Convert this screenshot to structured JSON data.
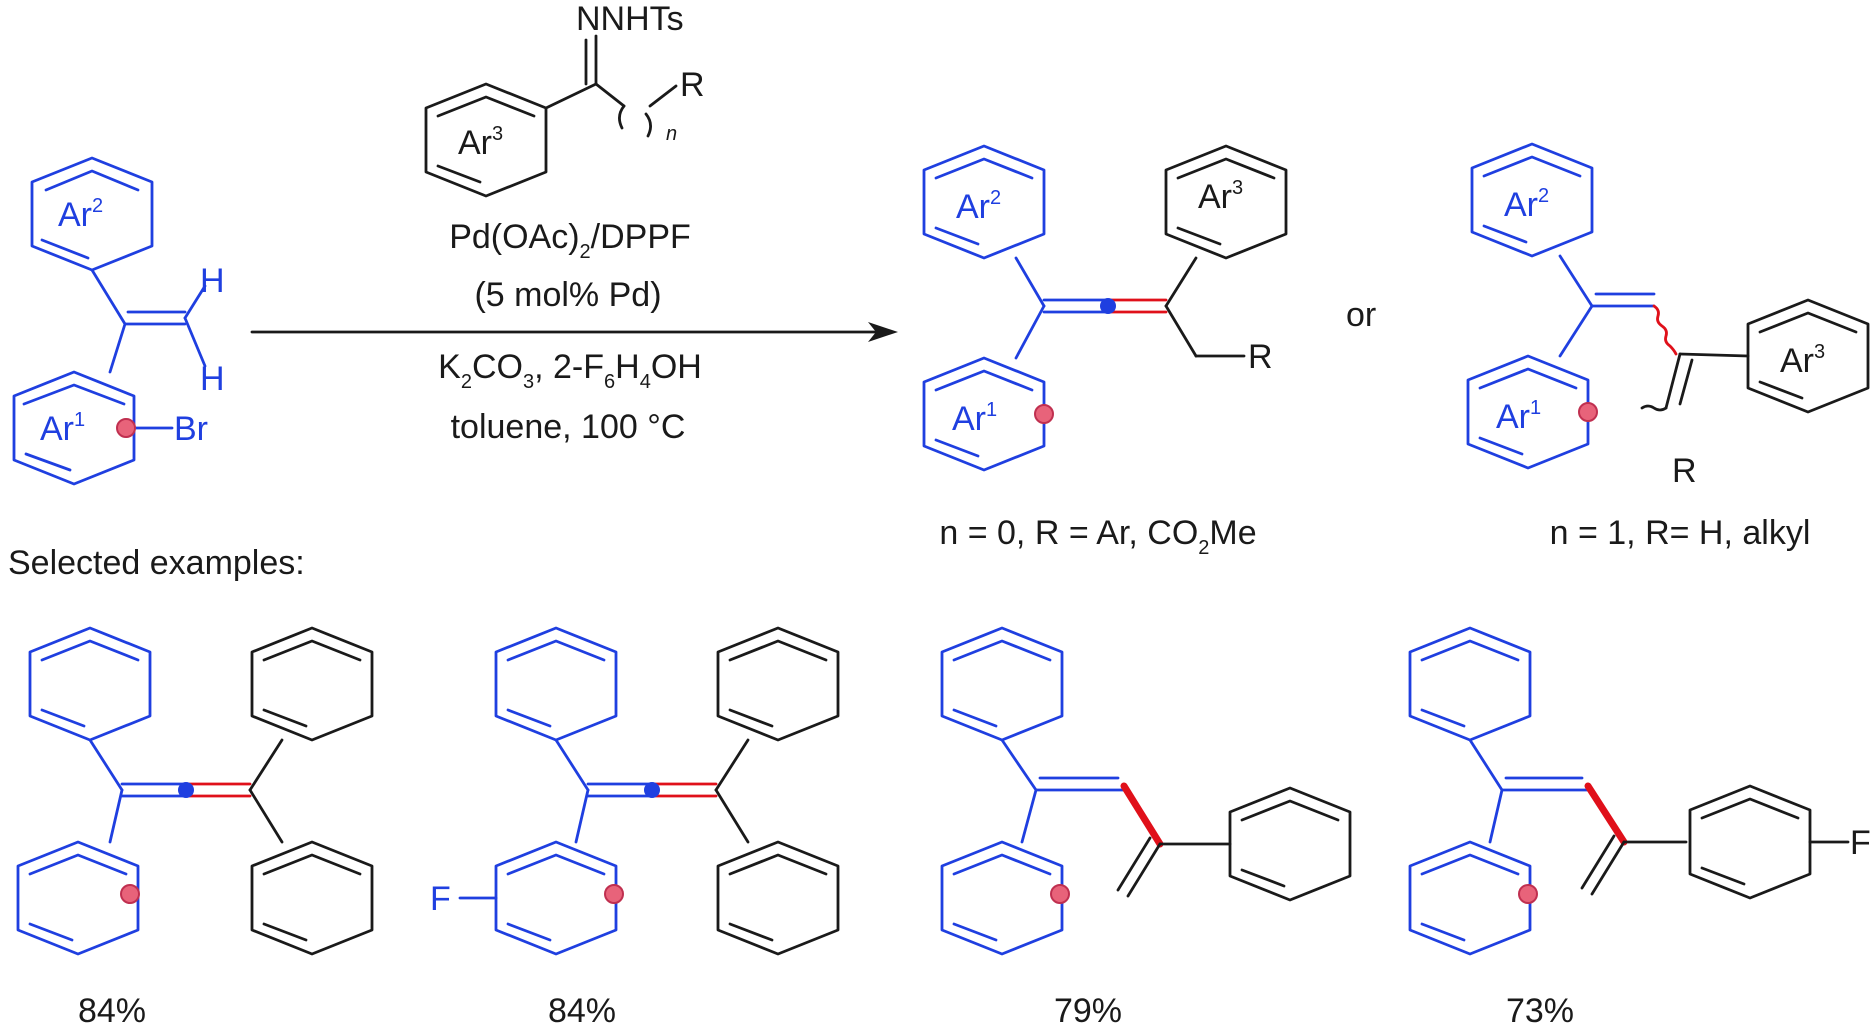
{
  "colors": {
    "migrating_aryl": "#1f3fe0",
    "new_bond": "#e0101a",
    "reagent_black": "#1a1a1a",
    "ch_activation_site": "#e8637a",
    "carbene_carbon": "#1f3fe0"
  },
  "reagent": {
    "hydrazone": "NNHTs",
    "R": "R",
    "n": "n",
    "Ar3": "Ar",
    "Ar3_sup": "3"
  },
  "starting_material": {
    "Ar2": "Ar",
    "Ar2_sup": "2",
    "Ar1": "Ar",
    "Ar1_sup": "1",
    "H": "H",
    "Br": "Br"
  },
  "conditions": {
    "catalyst_a": "Pd(OAc)",
    "catalyst_sub": "2",
    "catalyst_b": "/DPPF",
    "loading": "(5 mol% Pd)",
    "base_a": "K",
    "base_sub1": "2",
    "base_b": "CO",
    "base_sub2": "3",
    "base_c": ", 2-F",
    "base_sub3": "6",
    "base_d": "H",
    "base_sub4": "4",
    "base_e": "OH",
    "solvent": "toluene, 100 °C"
  },
  "product_allene": {
    "Ar2": "Ar",
    "Ar2_sup": "2",
    "Ar3": "Ar",
    "Ar3_sup": "3",
    "Ar1": "Ar",
    "Ar1_sup": "1",
    "R": "R",
    "caption_a": "n = 0, R = Ar, CO",
    "caption_sub": "2",
    "caption_b": "Me"
  },
  "connector": "or",
  "product_diene": {
    "Ar2": "Ar",
    "Ar2_sup": "2",
    "Ar3": "Ar",
    "Ar3_sup": "3",
    "Ar1": "Ar",
    "Ar1_sup": "1",
    "R": "R",
    "caption": "n = 1, R= H, alkyl"
  },
  "examples_heading": "Selected examples:",
  "examples": [
    {
      "yield": "84%"
    },
    {
      "yield": "84%",
      "substituent": "F"
    },
    {
      "yield": "79%"
    },
    {
      "yield": "73%",
      "substituent": "F"
    }
  ]
}
